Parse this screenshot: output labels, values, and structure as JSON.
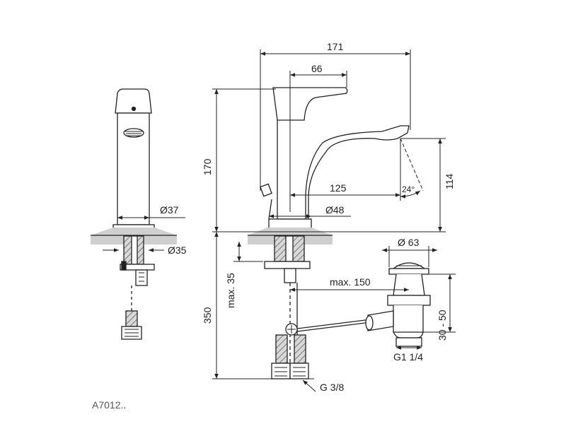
{
  "drawing_ref": "A7012..",
  "dimensions": {
    "total_length": "171",
    "lever_offset": "66",
    "height": "170",
    "spout_reach": "125",
    "spout_height": "114",
    "spout_angle": "24°",
    "body_diameter_front": "Ø37",
    "shank_diameter": "Ø35",
    "base_diameter": "Ø48",
    "max_thickness": "max. 35",
    "max_reach": "max. 150",
    "below_height": "350",
    "waste_diameter": "Ø 63",
    "waste_range": "30 - 50",
    "waste_thread": "G1 1/4",
    "hose_thread": "G 3/8"
  }
}
